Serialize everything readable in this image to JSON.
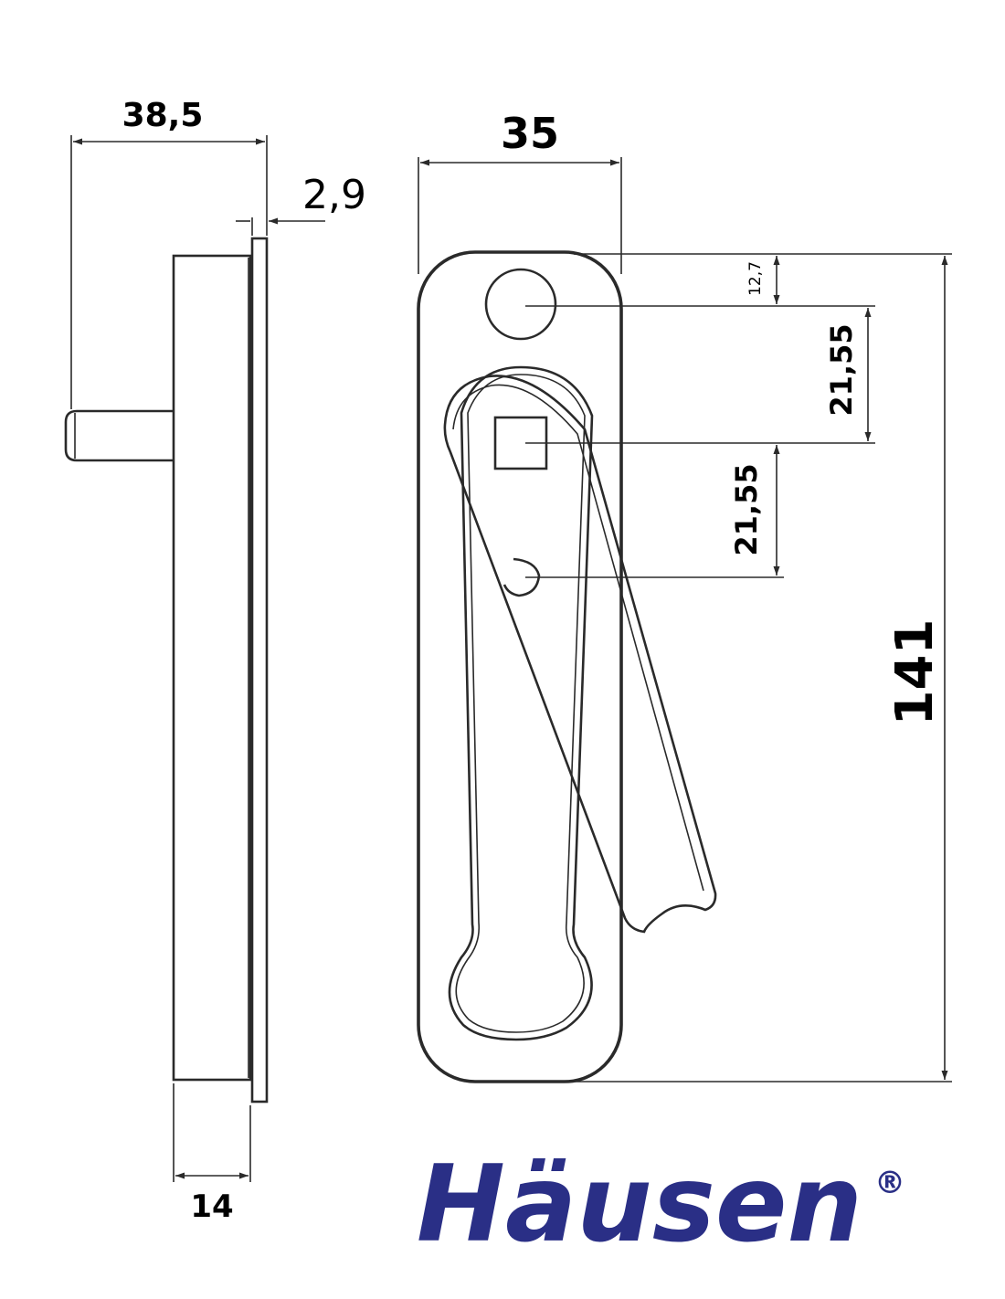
{
  "dimensions": {
    "side_total_depth": "38,5",
    "plate_thickness": "2,9",
    "body_depth": "14",
    "front_width": "35",
    "hole_offset": "12,7",
    "hole_to_square": "21,55",
    "square_to_pivot": "21,55",
    "total_height": "141"
  },
  "brand": {
    "name": "Häusen",
    "registered_mark": "®",
    "color": "#2a2f86"
  }
}
